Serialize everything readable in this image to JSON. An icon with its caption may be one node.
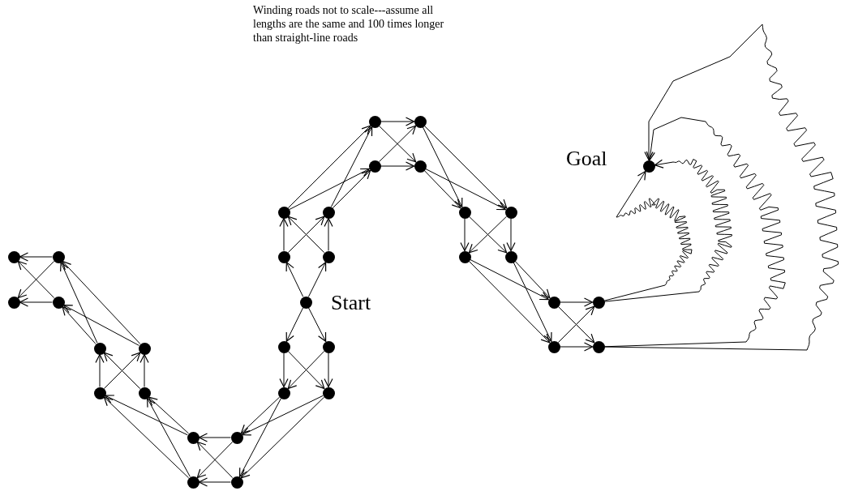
{
  "diagram": {
    "nodes": [
      {
        "text": [],
        "shape": "circle"
      },
      {
        "text": [],
        "shape": "circle"
      },
      {
        "text": [],
        "shape": "circle"
      },
      {
        "text": [],
        "shape": "circle"
      },
      {
        "text": [],
        "shape": "circle"
      },
      {
        "text": [],
        "shape": "circle"
      },
      {
        "text": [],
        "shape": "circle"
      },
      {
        "text": [],
        "shape": "circle"
      },
      {
        "text": [],
        "shape": "circle"
      },
      {
        "text": [],
        "shape": "circle"
      },
      {
        "text": [],
        "shape": "circle"
      },
      {
        "text": [],
        "shape": "circle"
      },
      {
        "text": [],
        "shape": "circle"
      },
      {
        "text": [],
        "shape": "circle"
      },
      {
        "text": [],
        "shape": "circle"
      },
      {
        "text": [],
        "shape": "circle"
      },
      {
        "text": [],
        "shape": "circle",
        "beside": [
          "Start"
        ]
      },
      {
        "text": [],
        "shape": "circle"
      },
      {
        "text": [],
        "shape": "circle"
      },
      {
        "text": [],
        "shape": "circle"
      },
      {
        "text": [],
        "shape": "circle"
      },
      {
        "text": [],
        "shape": "circle"
      },
      {
        "text": [],
        "shape": "circle"
      },
      {
        "text": [],
        "shape": "circle"
      },
      {
        "text": [],
        "shape": "circle"
      },
      {
        "text": [],
        "shape": "circle"
      },
      {
        "text": [],
        "shape": "circle"
      },
      {
        "text": [],
        "shape": "circle"
      },
      {
        "text": [],
        "shape": "circle"
      },
      {
        "text": [],
        "shape": "circle"
      },
      {
        "text": [],
        "shape": "circle"
      },
      {
        "text": [],
        "shape": "circle"
      },
      {
        "text": [],
        "shape": "circle"
      },
      {
        "text": [],
        "shape": "circle",
        "beside": [
          "Goal"
        ]
      }
    ],
    "edges": [
      {
        "from": 16,
        "to": 14,
        "arrow": "to"
      },
      {
        "from": 16,
        "to": 19,
        "arrow": "to"
      },
      {
        "from": 14,
        "to": 15,
        "arrow": "to"
      },
      {
        "from": 14,
        "to": 20,
        "arrow": "to"
      },
      {
        "from": 19,
        "to": 15,
        "arrow": "to"
      },
      {
        "from": 19,
        "to": 20,
        "arrow": "to"
      },
      {
        "from": 15,
        "to": 10,
        "arrow": "to"
      },
      {
        "from": 15,
        "to": 11,
        "arrow": "to"
      },
      {
        "from": 20,
        "to": 10,
        "arrow": "to"
      },
      {
        "from": 20,
        "to": 11,
        "arrow": "to"
      },
      {
        "from": 10,
        "to": 8,
        "arrow": "to"
      },
      {
        "from": 10,
        "to": 9,
        "arrow": "to"
      },
      {
        "from": 11,
        "to": 8,
        "arrow": "to"
      },
      {
        "from": 11,
        "to": 9,
        "arrow": "to"
      },
      {
        "from": 8,
        "to": 5,
        "arrow": "to"
      },
      {
        "from": 8,
        "to": 7,
        "arrow": "to"
      },
      {
        "from": 9,
        "to": 5,
        "arrow": "to"
      },
      {
        "from": 9,
        "to": 7,
        "arrow": "to"
      },
      {
        "from": 5,
        "to": 4,
        "arrow": "to"
      },
      {
        "from": 5,
        "to": 6,
        "arrow": "to"
      },
      {
        "from": 7,
        "to": 4,
        "arrow": "to"
      },
      {
        "from": 7,
        "to": 6,
        "arrow": "to"
      },
      {
        "from": 4,
        "to": 2,
        "arrow": "to"
      },
      {
        "from": 4,
        "to": 3,
        "arrow": "to"
      },
      {
        "from": 6,
        "to": 2,
        "arrow": "to"
      },
      {
        "from": 6,
        "to": 3,
        "arrow": "to"
      },
      {
        "from": 2,
        "to": 0,
        "arrow": "to"
      },
      {
        "from": 2,
        "to": 1,
        "arrow": "to"
      },
      {
        "from": 3,
        "to": 0,
        "arrow": "to"
      },
      {
        "from": 3,
        "to": 1,
        "arrow": "to"
      },
      {
        "from": 16,
        "to": 13,
        "arrow": "to"
      },
      {
        "from": 16,
        "to": 18,
        "arrow": "to"
      },
      {
        "from": 13,
        "to": 12,
        "arrow": "to"
      },
      {
        "from": 13,
        "to": 17,
        "arrow": "to"
      },
      {
        "from": 18,
        "to": 12,
        "arrow": "to"
      },
      {
        "from": 18,
        "to": 17,
        "arrow": "to"
      },
      {
        "from": 12,
        "to": 21,
        "arrow": "to"
      },
      {
        "from": 12,
        "to": 22,
        "arrow": "to"
      },
      {
        "from": 17,
        "to": 21,
        "arrow": "to"
      },
      {
        "from": 17,
        "to": 22,
        "arrow": "to"
      },
      {
        "from": 21,
        "to": 23,
        "arrow": "to"
      },
      {
        "from": 21,
        "to": 24,
        "arrow": "to"
      },
      {
        "from": 22,
        "to": 23,
        "arrow": "to"
      },
      {
        "from": 22,
        "to": 24,
        "arrow": "to"
      },
      {
        "from": 23,
        "to": 25,
        "arrow": "to"
      },
      {
        "from": 23,
        "to": 27,
        "arrow": "to"
      },
      {
        "from": 24,
        "to": 25,
        "arrow": "to"
      },
      {
        "from": 24,
        "to": 27,
        "arrow": "to"
      },
      {
        "from": 25,
        "to": 26,
        "arrow": "to"
      },
      {
        "from": 25,
        "to": 28,
        "arrow": "to"
      },
      {
        "from": 27,
        "to": 26,
        "arrow": "to"
      },
      {
        "from": 27,
        "to": 28,
        "arrow": "to"
      },
      {
        "from": 26,
        "to": 29,
        "arrow": "to"
      },
      {
        "from": 26,
        "to": 30,
        "arrow": "to"
      },
      {
        "from": 28,
        "to": 29,
        "arrow": "to"
      },
      {
        "from": 28,
        "to": 30,
        "arrow": "to"
      },
      {
        "from": 29,
        "to": 31,
        "arrow": "to"
      },
      {
        "from": 29,
        "to": 32,
        "arrow": "to"
      },
      {
        "from": 30,
        "to": 31,
        "arrow": "to"
      },
      {
        "from": 30,
        "to": 32,
        "arrow": "to"
      },
      {
        "from": 31,
        "to": 33,
        "arrow": "to"
      },
      {
        "from": 31,
        "to": 33,
        "arrow": "to"
      },
      {
        "from": 32,
        "to": 33,
        "arrow": "to"
      },
      {
        "from": 32,
        "to": 33,
        "arrow": "to"
      }
    ],
    "labels": [
      "Winding roads not to scale---assume all lengths are the same and 100 times longer than straight-line roads"
    ]
  }
}
